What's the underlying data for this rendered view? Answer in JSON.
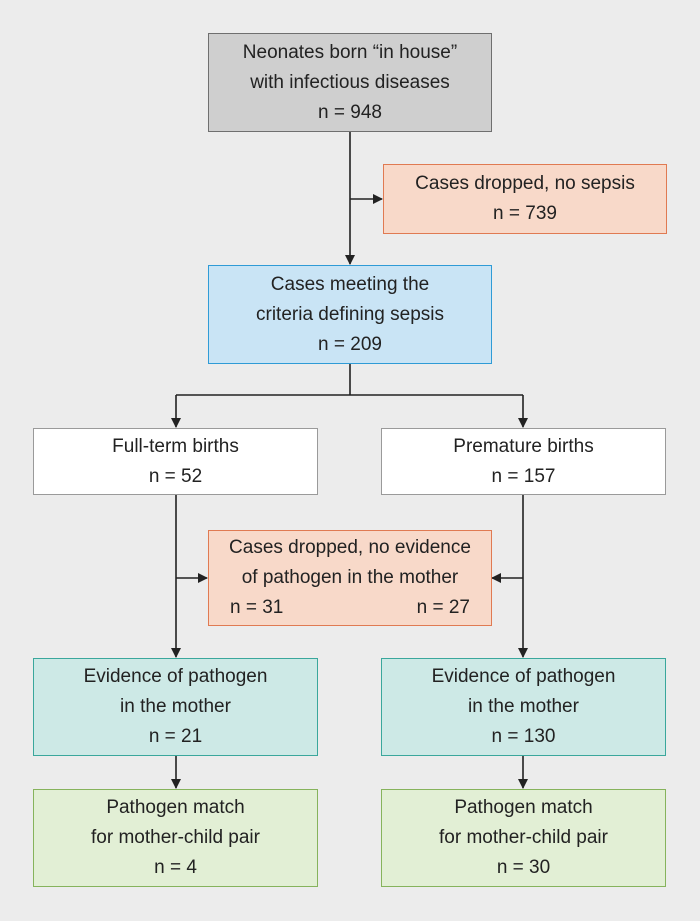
{
  "top": {
    "lines": [
      "Neonates born “in house”",
      "with infectious diseases",
      "n = 948"
    ]
  },
  "dropped_no_sepsis": {
    "lines": [
      "Cases dropped, no sepsis",
      "n = 739"
    ]
  },
  "sepsis": {
    "lines": [
      "Cases meeting the",
      "criteria defining sepsis",
      "n = 209"
    ]
  },
  "fullterm": {
    "lines": [
      "Full-term births",
      "n = 52"
    ]
  },
  "premature": {
    "lines": [
      "Premature births",
      "n = 157"
    ]
  },
  "dropped_no_evidence": {
    "lines": [
      "Cases dropped, no evidence",
      "of pathogen in the mother"
    ],
    "n_left": "n = 31",
    "n_right": "n = 27"
  },
  "evidence_left": {
    "lines": [
      "Evidence of pathogen",
      "in the mother",
      "n = 21"
    ]
  },
  "evidence_right": {
    "lines": [
      "Evidence of pathogen",
      "in the mother",
      "n = 130"
    ]
  },
  "match_left": {
    "lines": [
      "Pathogen match",
      "for mother-child pair",
      "n = 4"
    ]
  },
  "match_right": {
    "lines": [
      "Pathogen match",
      "for mother-child pair",
      "n = 30"
    ]
  },
  "colors": {
    "background": "#ececec",
    "gray_fill": "#cfcfcf",
    "orange_fill": "#f8d9c9",
    "orange_border": "#e07a52",
    "blue_fill": "#c9e4f5",
    "blue_border": "#2f9bd6",
    "teal_fill": "#cde9e6",
    "teal_border": "#3aa79c",
    "green_fill": "#e2efd5",
    "green_border": "#86b35c",
    "arrow": "#222222"
  }
}
